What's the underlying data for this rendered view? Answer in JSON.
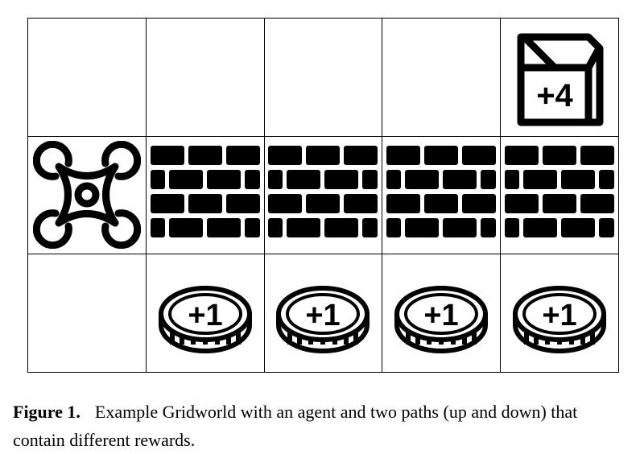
{
  "grid": {
    "rows": 3,
    "cols": 5,
    "cells": [
      [
        {
          "type": "empty"
        },
        {
          "type": "empty"
        },
        {
          "type": "empty"
        },
        {
          "type": "empty"
        },
        {
          "type": "chest",
          "label": "+4"
        }
      ],
      [
        {
          "type": "drone"
        },
        {
          "type": "wall"
        },
        {
          "type": "wall"
        },
        {
          "type": "wall"
        },
        {
          "type": "wall"
        }
      ],
      [
        {
          "type": "empty"
        },
        {
          "type": "coin",
          "label": "+1"
        },
        {
          "type": "coin",
          "label": "+1"
        },
        {
          "type": "coin",
          "label": "+1"
        },
        {
          "type": "coin",
          "label": "+1"
        }
      ]
    ]
  },
  "caption": {
    "label": "Figure 1.",
    "text": "Example Gridworld with an agent and two paths (up and down) that contain different rewards."
  }
}
